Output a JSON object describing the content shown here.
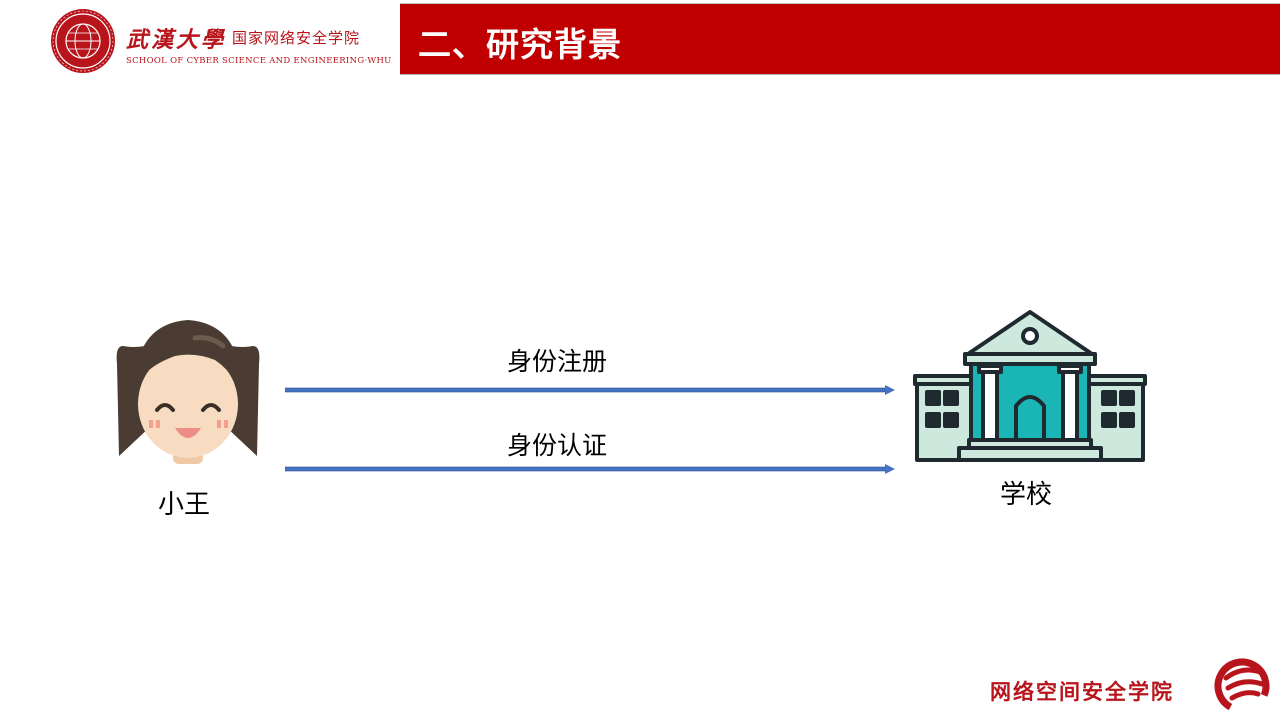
{
  "header": {
    "university_name": "武漢大學",
    "school_name_cn": "国家网络安全学院",
    "school_name_en": "SCHOOL OF CYBER SCIENCE AND ENGINEERING·WHU",
    "seal_icon": "whu-seal-icon"
  },
  "title": "二、研究背景",
  "diagram": {
    "left_actor": {
      "label": "小王",
      "icon": "girl-avatar-icon"
    },
    "right_actor": {
      "label": "学校",
      "icon": "school-building-icon"
    },
    "arrows": [
      {
        "label": "身份注册",
        "direction": "right"
      },
      {
        "label": "身份认证",
        "direction": "right"
      }
    ]
  },
  "footer": {
    "text": "网络空间安全学院",
    "logo_icon": "cyber-school-logo-icon"
  },
  "colors": {
    "brand_red": "#c00000",
    "arrow_blue": "#4472c4",
    "building_teal": "#1ab5b5"
  }
}
